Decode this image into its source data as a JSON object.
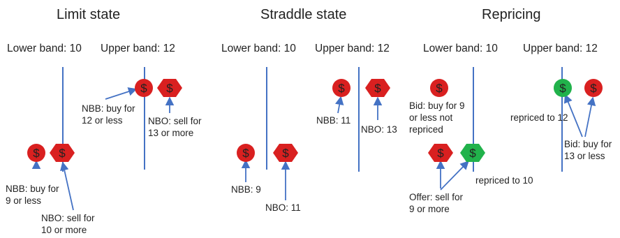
{
  "panels": {
    "limit": {
      "title": "Limit state",
      "lower_band": "Lower band: 10",
      "upper_band": "Upper band: 12",
      "nbb_upper": "NBB: buy for\n12 or less",
      "nbo_upper": "NBO: sell for\n13 or more",
      "nbb_lower": "NBB: buy for\n9 or less",
      "nbo_lower": "NBO: sell for\n10 or more"
    },
    "straddle": {
      "title": "Straddle state",
      "lower_band": "Lower band: 10",
      "upper_band": "Upper band: 12",
      "nbb_upper": "NBB: 11",
      "nbo_upper": "NBO: 13",
      "nbb_lower": "NBB: 9",
      "nbo_lower": "NBO: 11"
    },
    "repricing": {
      "title": "Repricing",
      "lower_band": "Lower band: 10",
      "upper_band": "Upper band: 12",
      "bid_not_repriced": "Bid: buy for 9\nor less not\nrepriced",
      "repriced_to_10": "repriced to 10",
      "offer": "Offer: sell for\n9 or more",
      "repriced_to_12": "repriced to 12",
      "bid_upper": "Bid: buy for\n13 or less"
    }
  },
  "symbol": "$",
  "colors": {
    "band_line": "#4472c4",
    "arrow": "#4472c4",
    "order_red": "#d92020",
    "order_green": "#21b24b",
    "text": "#222222"
  },
  "icons": {
    "bid": "red-circle-dollar-icon",
    "offer": "red-hexagon-dollar-icon",
    "repriced": "green-dollar-icon"
  }
}
